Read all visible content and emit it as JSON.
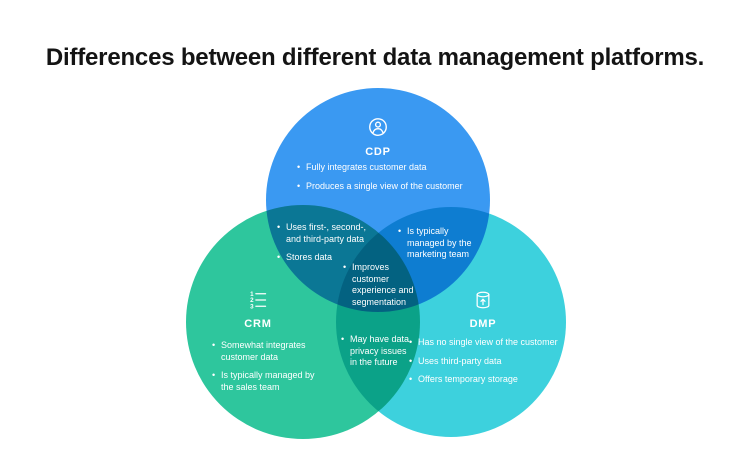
{
  "title": "Differences between different data management platforms.",
  "colors": {
    "cdp": "#3A99F2",
    "crm": "#2EC69D",
    "dmp": "#3DD1DD",
    "text": "#FFFFFF",
    "title_text": "#141414",
    "background": "#FFFFFF"
  },
  "circles": {
    "cdp": {
      "label": "CDP",
      "icon": "user-icon",
      "bullets": [
        "Fully integrates customer data",
        "Produces a single view of the customer"
      ]
    },
    "crm": {
      "label": "CRM",
      "icon": "numbered-list-icon",
      "bullets": [
        "Somewhat integrates customer data",
        "Is typically managed by the sales team"
      ]
    },
    "dmp": {
      "label": "DMP",
      "icon": "database-icon",
      "bullets": [
        "Has no single view of the customer",
        "Uses third-party data",
        "Offers temporary storage"
      ]
    }
  },
  "overlaps": {
    "cdp_crm": {
      "bullets": [
        "Uses first-, second-, and third-party data",
        "Stores data"
      ]
    },
    "cdp_dmp": {
      "bullets": [
        "Is typically managed by the marketing team"
      ]
    },
    "center": {
      "bullets": [
        "Improves customer experience and segmentation"
      ]
    },
    "crm_dmp": {
      "bullets": [
        "May have data privacy issues in the future"
      ]
    }
  }
}
